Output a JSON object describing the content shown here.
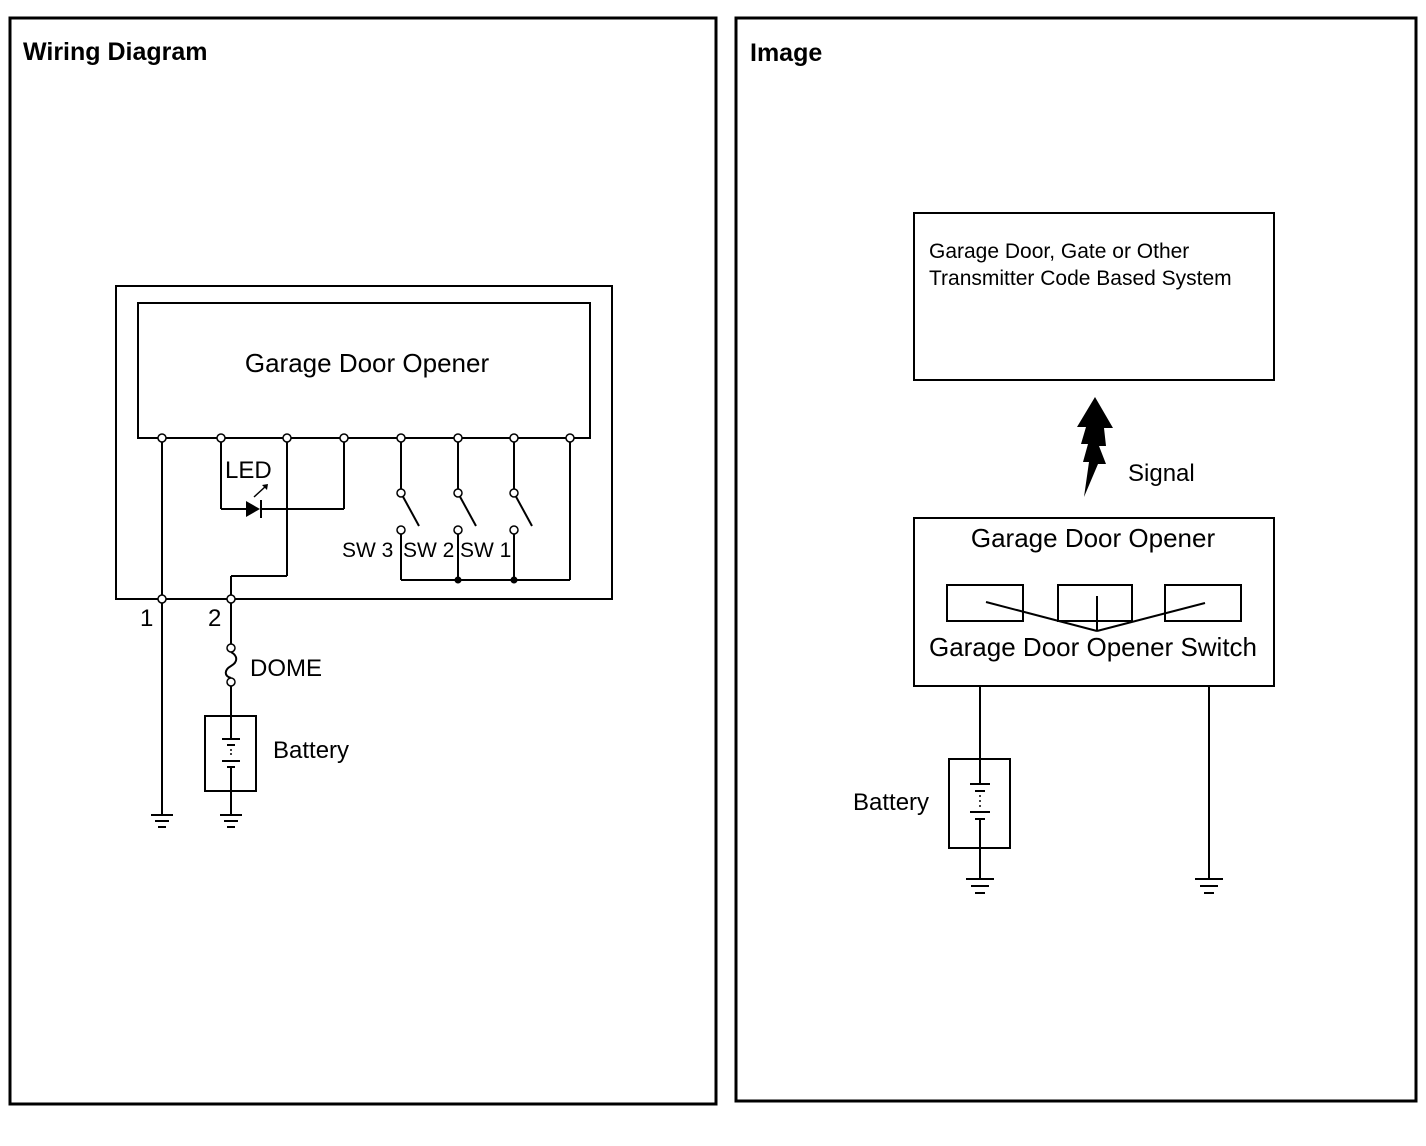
{
  "left_panel": {
    "title": "Wiring Diagram",
    "opener_label": "Garage Door Opener",
    "led_label": "LED",
    "switches": [
      "SW 3",
      "SW 2",
      "SW 1"
    ],
    "terminal_1": "1",
    "terminal_2": "2",
    "fuse_label": "DOME",
    "battery_label": "Battery"
  },
  "right_panel": {
    "title": "Image",
    "system_line1": "Garage Door, Gate or Other",
    "system_line2": "Transmitter Code Based System",
    "signal_label": "Signal",
    "opener_label": "Garage Door Opener",
    "switch_label": "Garage Door Opener Switch",
    "battery_label": "Battery"
  }
}
